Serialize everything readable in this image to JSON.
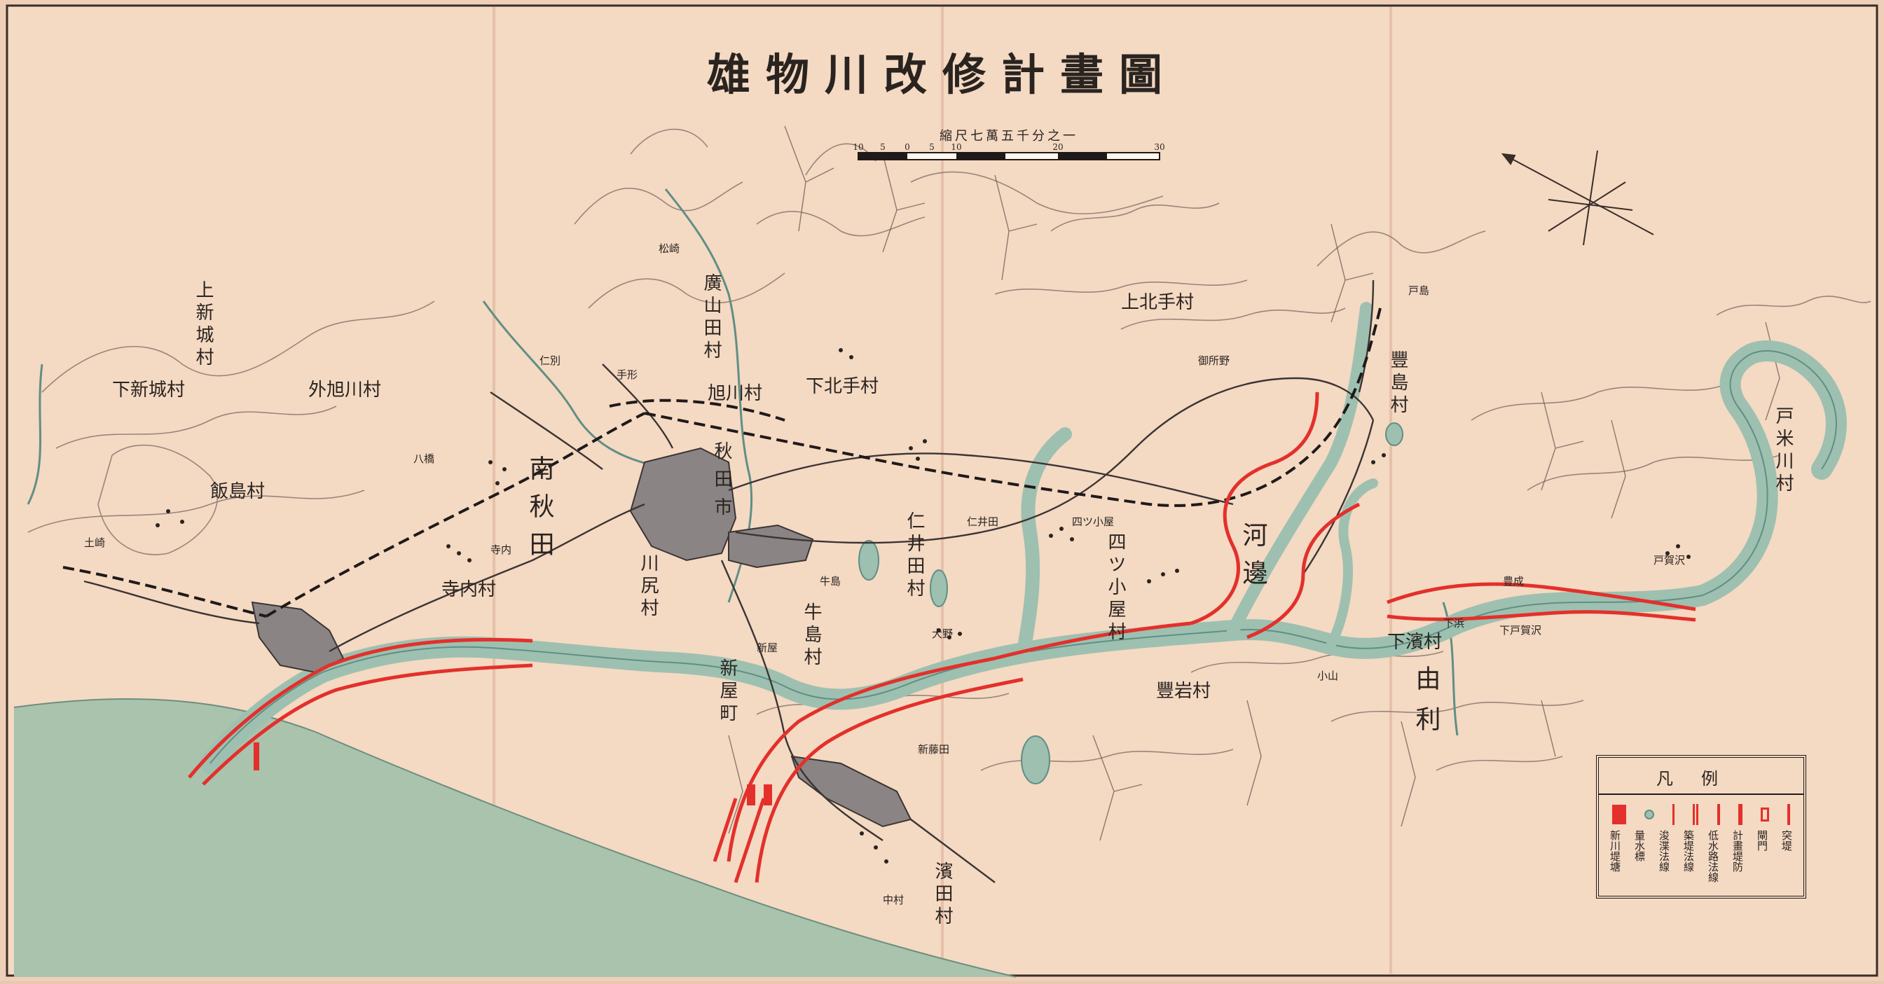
{
  "title": "雄物川改修計畫圖",
  "scale": {
    "label": "縮尺七萬五千分之一",
    "ticks": [
      "10",
      "5",
      "0",
      "5",
      "10",
      "20",
      "30"
    ]
  },
  "colors": {
    "paper": "#f3d6bf",
    "sea": "#a9c3ad",
    "river": "#9ec0b0",
    "river_edge": "#5f8f84",
    "plan_red": "#e3302b",
    "town": "#8a8584",
    "road": "#3b3433",
    "contour": "#7a6a62"
  },
  "places": {
    "kami_shinjo": "上新城村",
    "shimo_shinjo": "下新城村",
    "soto_asahikawa": "外旭川村",
    "iijima": "飯島村",
    "minami_akita": "南秋田",
    "akita_city": "秋田市",
    "asahikawa": "旭川村",
    "hiroyamada": "廣山田村",
    "kita_tede_shimo": "下北手村",
    "kita_tede_kami": "上北手村",
    "toyoshima": "豐島村",
    "niida": "仁井田村",
    "kawajiri": "川尻村",
    "terauchi": "寺内村",
    "ushijima": "牛島村",
    "shinyashiki": "新屋町",
    "yotsu_koya": "四ツ小屋村",
    "kawabe": "河邊",
    "shimohama": "下濱村",
    "toyoiwa": "豐岩村",
    "yuri": "由利",
    "tomekawa": "戸米川村",
    "hamada": "濱田村"
  },
  "minor_places": [
    "松崎",
    "仁別",
    "牛島",
    "寺内",
    "新屋",
    "下浜",
    "戸島",
    "中村",
    "大野",
    "仁井田",
    "四ツ小屋",
    "御所野",
    "小山",
    "豊成",
    "戸賀沢",
    "下戸賀沢",
    "手形",
    "八橋",
    "土崎",
    "新藤田"
  ],
  "legend": {
    "title": "凡例",
    "items": [
      "新川堤塘",
      "量水標",
      "浚渫法線",
      "築堤法線",
      "低水路法線",
      "計畫堤防",
      "閘門",
      "突堤"
    ]
  }
}
